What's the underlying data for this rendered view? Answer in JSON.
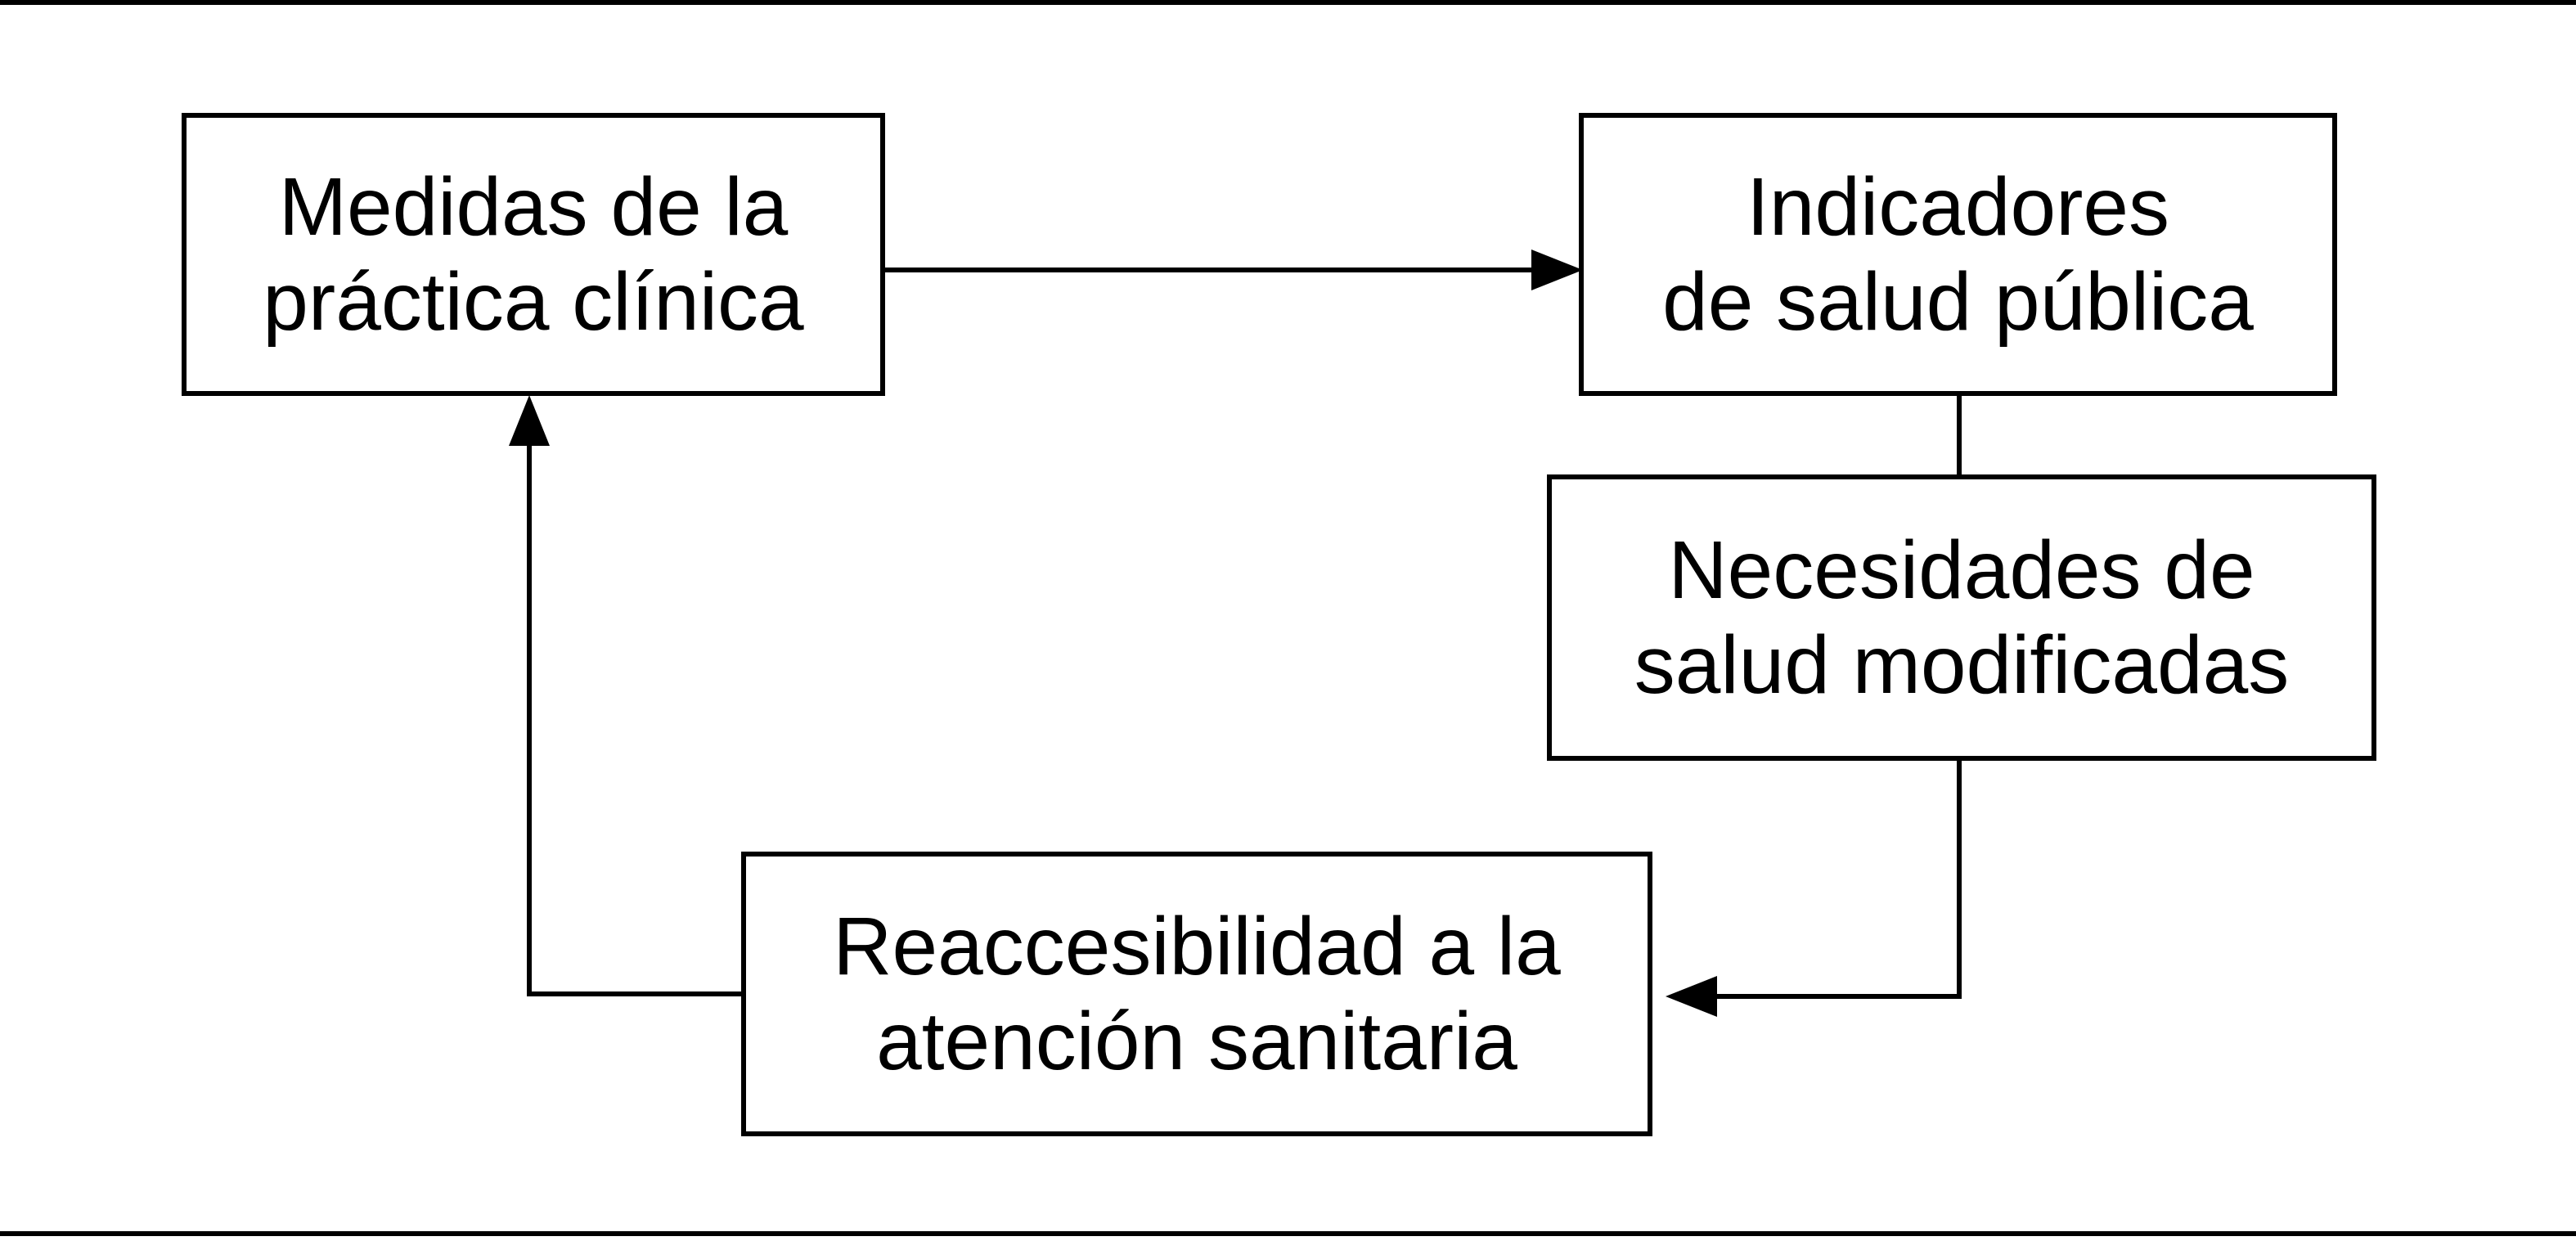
{
  "diagram": {
    "colors": {
      "stroke": "#000000",
      "background": "#ffffff",
      "text": "#000000"
    },
    "nodes": {
      "clinical_practice": {
        "lines": [
          "Medidas de la",
          "práctica clínica"
        ]
      },
      "public_health": {
        "lines": [
          "Indicadores",
          "de salud pública"
        ]
      },
      "health_needs": {
        "lines": [
          "Necesidades de",
          "salud modificadas"
        ]
      },
      "reaccessibility": {
        "lines": [
          "Reaccesibilidad a la",
          "atención sanitaria"
        ]
      }
    },
    "edges": [
      {
        "from": "clinical_practice",
        "to": "public_health",
        "arrow": true
      },
      {
        "from": "public_health",
        "to": "health_needs",
        "arrow": false
      },
      {
        "from": "health_needs",
        "to": "reaccessibility",
        "arrow": true
      },
      {
        "from": "reaccessibility",
        "to": "clinical_practice",
        "arrow": true
      }
    ]
  }
}
